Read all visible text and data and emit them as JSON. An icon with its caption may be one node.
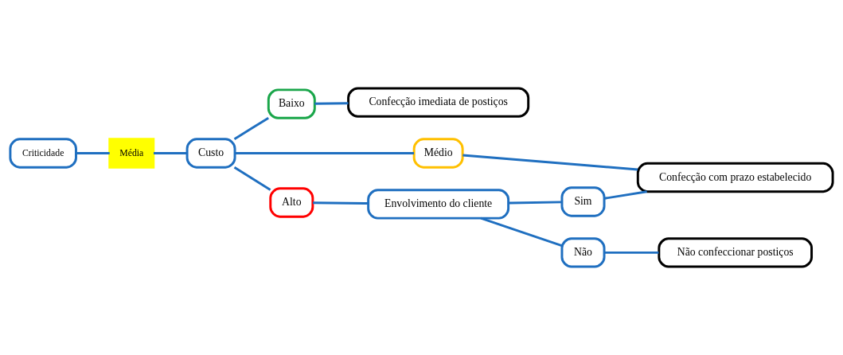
{
  "diagram": {
    "nodes": [
      {
        "text": [
          "Criticidade"
        ]
      },
      {
        "text": [
          "Média"
        ]
      },
      {
        "text": [
          "Custo"
        ]
      },
      {
        "text": [
          "Baixo"
        ]
      },
      {
        "text": [
          "Médio"
        ]
      },
      {
        "text": [
          "Alto"
        ]
      },
      {
        "text": [
          "Confecção imediata de postiços"
        ]
      },
      {
        "text": [
          "Confecção com prazo estabelecido"
        ]
      },
      {
        "text": [
          "Envolvimento do cliente"
        ]
      },
      {
        "text": [
          "Sim"
        ]
      },
      {
        "text": [
          "Não"
        ]
      },
      {
        "text": [
          "Não confeccionar postiços"
        ]
      }
    ],
    "edges": [
      {
        "from": 0,
        "to": 1,
        "arrow": "none"
      },
      {
        "from": 1,
        "to": 2,
        "arrow": "none"
      },
      {
        "from": 2,
        "to": 3,
        "arrow": "none"
      },
      {
        "from": 2,
        "to": 4,
        "arrow": "none"
      },
      {
        "from": 2,
        "to": 5,
        "arrow": "none"
      },
      {
        "from": 3,
        "to": 6,
        "arrow": "none"
      },
      {
        "from": 4,
        "to": 7,
        "arrow": "none"
      },
      {
        "from": 5,
        "to": 8,
        "arrow": "none"
      },
      {
        "from": 8,
        "to": 9,
        "arrow": "none"
      },
      {
        "from": 8,
        "to": 10,
        "arrow": "none"
      },
      {
        "from": 9,
        "to": 7,
        "arrow": "none"
      },
      {
        "from": 10,
        "to": 11,
        "arrow": "none"
      }
    ]
  }
}
